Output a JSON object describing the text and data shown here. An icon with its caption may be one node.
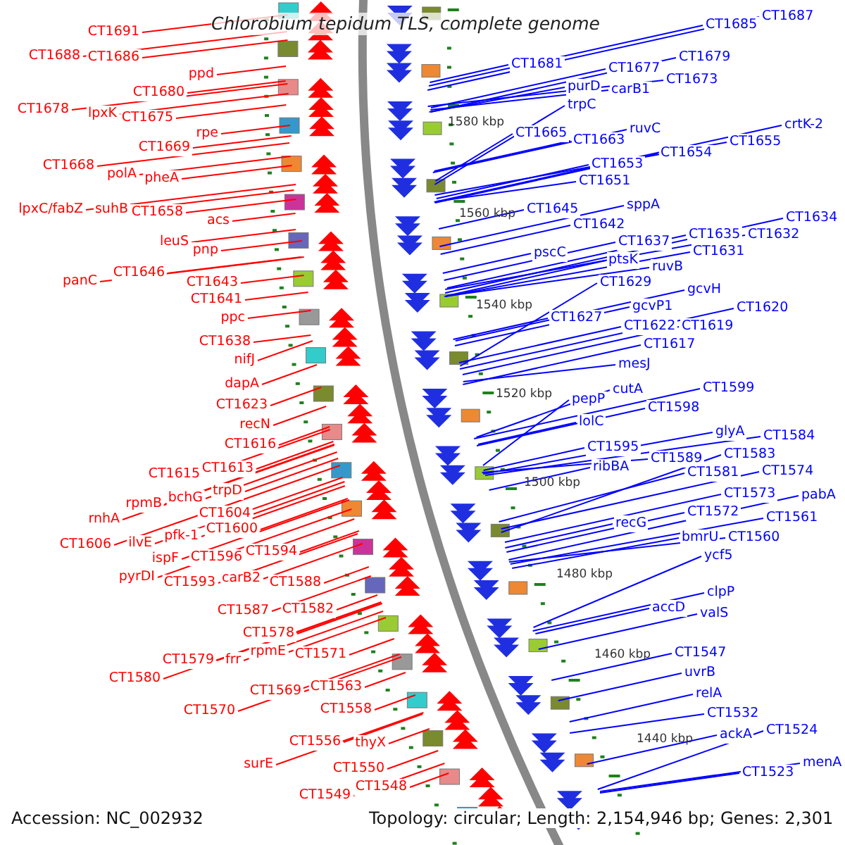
{
  "diagram": {
    "title": "Chlorobium tepidum TLS, complete genome",
    "nodes": [
      {
        "text": [
          "CT1691"
        ]
      },
      {
        "text": [
          "CT1688"
        ]
      },
      {
        "text": [
          "CT1686"
        ]
      },
      {
        "text": [
          "ppd"
        ]
      },
      {
        "text": [
          "CT1680"
        ]
      },
      {
        "text": [
          "CT1678"
        ]
      },
      {
        "text": [
          "lpxK"
        ]
      },
      {
        "text": [
          "CT1675"
        ]
      },
      {
        "text": [
          "rpe"
        ]
      },
      {
        "text": [
          "CT1669"
        ]
      },
      {
        "text": [
          "CT1668"
        ]
      },
      {
        "text": [
          "polA"
        ]
      },
      {
        "text": [
          "pheA"
        ]
      },
      {
        "text": [
          "lpxC/fabZ"
        ]
      },
      {
        "text": [
          "suhB"
        ]
      },
      {
        "text": [
          "CT1658"
        ]
      },
      {
        "text": [
          "acs"
        ]
      },
      {
        "text": [
          "leuS"
        ]
      },
      {
        "text": [
          "pnp"
        ]
      },
      {
        "text": [
          "CT1646"
        ]
      },
      {
        "text": [
          "panC"
        ]
      },
      {
        "text": [
          "CT1643"
        ]
      },
      {
        "text": [
          "CT1641"
        ]
      },
      {
        "text": [
          "ppc"
        ]
      },
      {
        "text": [
          "CT1638"
        ]
      },
      {
        "text": [
          "nifJ"
        ]
      },
      {
        "text": [
          "dapA"
        ]
      },
      {
        "text": [
          "CT1623"
        ]
      },
      {
        "text": [
          "recN"
        ]
      },
      {
        "text": [
          "CT1616"
        ]
      },
      {
        "text": [
          "CT1615"
        ]
      },
      {
        "text": [
          "CT1613"
        ]
      },
      {
        "text": [
          "rpmB"
        ]
      },
      {
        "text": [
          "bchG"
        ]
      },
      {
        "text": [
          "trpD"
        ]
      },
      {
        "text": [
          "rnhA"
        ]
      },
      {
        "text": [
          "CT1604"
        ]
      },
      {
        "text": [
          "pfk-1"
        ]
      },
      {
        "text": [
          "CT1600"
        ]
      },
      {
        "text": [
          "CT1606"
        ]
      },
      {
        "text": [
          "ilvE"
        ]
      },
      {
        "text": [
          "ispF"
        ]
      },
      {
        "text": [
          "CT1596"
        ]
      },
      {
        "text": [
          "CT1594"
        ]
      },
      {
        "text": [
          "pyrDI"
        ]
      },
      {
        "text": [
          "CT1593"
        ]
      },
      {
        "text": [
          "carB2"
        ]
      },
      {
        "text": [
          "CT1588"
        ]
      },
      {
        "text": [
          "CT1587"
        ]
      },
      {
        "text": [
          "CT1582"
        ]
      },
      {
        "text": [
          "CT1578"
        ]
      },
      {
        "text": [
          "CT1579"
        ]
      },
      {
        "text": [
          "frr"
        ]
      },
      {
        "text": [
          "rpmE"
        ]
      },
      {
        "text": [
          "CT1571"
        ]
      },
      {
        "text": [
          "CT1580"
        ]
      },
      {
        "text": [
          "CT1569"
        ]
      },
      {
        "text": [
          "CT1563"
        ]
      },
      {
        "text": [
          "CT1570"
        ]
      },
      {
        "text": [
          "CT1558"
        ]
      },
      {
        "text": [
          "CT1556"
        ]
      },
      {
        "text": [
          "thyX"
        ]
      },
      {
        "text": [
          "surE"
        ]
      },
      {
        "text": [
          "CT1550"
        ]
      },
      {
        "text": [
          "CT1549"
        ]
      },
      {
        "text": [
          "CT1548"
        ]
      },
      {
        "text": [
          "CT1685"
        ]
      },
      {
        "text": [
          "CT1687"
        ]
      },
      {
        "text": [
          "CT1681"
        ]
      },
      {
        "text": [
          "CT1677"
        ]
      },
      {
        "text": [
          "CT1679"
        ]
      },
      {
        "text": [
          "purD"
        ]
      },
      {
        "text": [
          "carB1"
        ]
      },
      {
        "text": [
          "CT1673"
        ]
      },
      {
        "text": [
          "trpC"
        ]
      },
      {
        "text": [
          "CT1665"
        ]
      },
      {
        "text": [
          "CT1663"
        ]
      },
      {
        "text": [
          "ruvC"
        ]
      },
      {
        "text": [
          "crtK-2"
        ]
      },
      {
        "text": [
          "CT1655"
        ]
      },
      {
        "text": [
          "CT1654"
        ]
      },
      {
        "text": [
          "CT1653"
        ]
      },
      {
        "text": [
          "CT1651"
        ]
      },
      {
        "text": [
          "CT1645"
        ]
      },
      {
        "text": [
          "sppA"
        ]
      },
      {
        "text": [
          "CT1642"
        ]
      },
      {
        "text": [
          "CT1637"
        ]
      },
      {
        "text": [
          "CT1635"
        ]
      },
      {
        "text": [
          "CT1632"
        ]
      },
      {
        "text": [
          "CT1634"
        ]
      },
      {
        "text": [
          "pscC"
        ]
      },
      {
        "text": [
          "ptsK"
        ]
      },
      {
        "text": [
          "ruvB"
        ]
      },
      {
        "text": [
          "CT1631"
        ]
      },
      {
        "text": [
          "CT1629"
        ]
      },
      {
        "text": [
          "gcvH"
        ]
      },
      {
        "text": [
          "CT1627"
        ]
      },
      {
        "text": [
          "gcvP1"
        ]
      },
      {
        "text": [
          "CT1620"
        ]
      },
      {
        "text": [
          "CT1622"
        ]
      },
      {
        "text": [
          "CT1619"
        ]
      },
      {
        "text": [
          "CT1617"
        ]
      },
      {
        "text": [
          "mesJ"
        ]
      },
      {
        "text": [
          "cutA"
        ]
      },
      {
        "text": [
          "pepP"
        ]
      },
      {
        "text": [
          "CT1599"
        ]
      },
      {
        "text": [
          "CT1598"
        ]
      },
      {
        "text": [
          "lolC"
        ]
      },
      {
        "text": [
          "glyA"
        ]
      },
      {
        "text": [
          "CT1595"
        ]
      },
      {
        "text": [
          "CT1589"
        ]
      },
      {
        "text": [
          "CT1584"
        ]
      },
      {
        "text": [
          "ribBA"
        ]
      },
      {
        "text": [
          "CT1583"
        ]
      },
      {
        "text": [
          "CT1581"
        ]
      },
      {
        "text": [
          "CT1574"
        ]
      },
      {
        "text": [
          "CT1573"
        ]
      },
      {
        "text": [
          "pabA"
        ]
      },
      {
        "text": [
          "recG"
        ]
      },
      {
        "text": [
          "CT1572"
        ]
      },
      {
        "text": [
          "CT1561"
        ]
      },
      {
        "text": [
          "bmrU"
        ]
      },
      {
        "text": [
          "CT1560"
        ]
      },
      {
        "text": [
          "ycf5"
        ]
      },
      {
        "text": [
          "clpP"
        ]
      },
      {
        "text": [
          "accD"
        ]
      },
      {
        "text": [
          "valS"
        ]
      },
      {
        "text": [
          "CT1547"
        ]
      },
      {
        "text": [
          "uvrB"
        ]
      },
      {
        "text": [
          "relA"
        ]
      },
      {
        "text": [
          "CT1532"
        ]
      },
      {
        "text": [
          "ackA"
        ]
      },
      {
        "text": [
          "CT1524"
        ]
      },
      {
        "text": [
          "CT1523"
        ]
      },
      {
        "text": [
          "menA"
        ]
      }
    ],
    "edges": [
      {
        "from": 0,
        "to": null,
        "arrow": "none",
        "color": "#ff0000"
      },
      {
        "from": 1,
        "to": null,
        "arrow": "none",
        "color": "#ff0000"
      },
      {
        "from": 2,
        "to": null,
        "arrow": "none",
        "color": "#ff0000"
      },
      {
        "from": 3,
        "to": null,
        "arrow": "none",
        "color": "#ff0000"
      },
      {
        "from": 4,
        "to": null,
        "arrow": "none",
        "color": "#ff0000"
      },
      {
        "from": 5,
        "to": null,
        "arrow": "none",
        "color": "#ff0000"
      },
      {
        "from": 6,
        "to": null,
        "arrow": "none",
        "color": "#ff0000"
      },
      {
        "from": 7,
        "to": null,
        "arrow": "none",
        "color": "#ff0000"
      },
      {
        "from": 8,
        "to": null,
        "arrow": "none",
        "color": "#ff0000"
      },
      {
        "from": 9,
        "to": null,
        "arrow": "none",
        "color": "#ff0000"
      },
      {
        "from": 10,
        "to": null,
        "arrow": "none",
        "color": "#ff0000"
      },
      {
        "from": 11,
        "to": null,
        "arrow": "none",
        "color": "#ff0000"
      },
      {
        "from": 12,
        "to": null,
        "arrow": "none",
        "color": "#ff0000"
      },
      {
        "from": 13,
        "to": null,
        "arrow": "none",
        "color": "#ff0000"
      },
      {
        "from": 14,
        "to": null,
        "arrow": "none",
        "color": "#ff0000"
      },
      {
        "from": 15,
        "to": null,
        "arrow": "none",
        "color": "#ff0000"
      },
      {
        "from": 16,
        "to": null,
        "arrow": "none",
        "color": "#ff0000"
      },
      {
        "from": 17,
        "to": null,
        "arrow": "none",
        "color": "#ff0000"
      },
      {
        "from": 18,
        "to": null,
        "arrow": "none",
        "color": "#ff0000"
      },
      {
        "from": 19,
        "to": null,
        "arrow": "none",
        "color": "#ff0000"
      },
      {
        "from": 20,
        "to": null,
        "arrow": "none",
        "color": "#ff0000"
      },
      {
        "from": 21,
        "to": null,
        "arrow": "none",
        "color": "#ff0000"
      },
      {
        "from": 22,
        "to": null,
        "arrow": "none",
        "color": "#ff0000"
      },
      {
        "from": 23,
        "to": null,
        "arrow": "none",
        "color": "#ff0000"
      },
      {
        "from": 24,
        "to": null,
        "arrow": "none",
        "color": "#ff0000"
      },
      {
        "from": 25,
        "to": null,
        "arrow": "none",
        "color": "#ff0000"
      },
      {
        "from": 26,
        "to": null,
        "arrow": "none",
        "color": "#ff0000"
      },
      {
        "from": 27,
        "to": null,
        "arrow": "none",
        "color": "#ff0000"
      },
      {
        "from": 28,
        "to": null,
        "arrow": "none",
        "color": "#ff0000"
      },
      {
        "from": 29,
        "to": null,
        "arrow": "none",
        "color": "#ff0000"
      },
      {
        "from": 30,
        "to": null,
        "arrow": "none",
        "color": "#ff0000"
      },
      {
        "from": 31,
        "to": null,
        "arrow": "none",
        "color": "#ff0000"
      },
      {
        "from": 32,
        "to": null,
        "arrow": "none",
        "color": "#ff0000"
      },
      {
        "from": 33,
        "to": null,
        "arrow": "none",
        "color": "#ff0000"
      },
      {
        "from": 34,
        "to": null,
        "arrow": "none",
        "color": "#ff0000"
      },
      {
        "from": 35,
        "to": null,
        "arrow": "none",
        "color": "#ff0000"
      },
      {
        "from": 36,
        "to": null,
        "arrow": "none",
        "color": "#ff0000"
      },
      {
        "from": 37,
        "to": null,
        "arrow": "none",
        "color": "#ff0000"
      },
      {
        "from": 38,
        "to": null,
        "arrow": "none",
        "color": "#ff0000"
      },
      {
        "from": 39,
        "to": null,
        "arrow": "none",
        "color": "#ff0000"
      },
      {
        "from": 40,
        "to": null,
        "arrow": "none",
        "color": "#ff0000"
      },
      {
        "from": 41,
        "to": null,
        "arrow": "none",
        "color": "#ff0000"
      },
      {
        "from": 42,
        "to": null,
        "arrow": "none",
        "color": "#ff0000"
      },
      {
        "from": 43,
        "to": null,
        "arrow": "none",
        "color": "#ff0000"
      },
      {
        "from": 44,
        "to": null,
        "arrow": "none",
        "color": "#ff0000"
      },
      {
        "from": 45,
        "to": null,
        "arrow": "none",
        "color": "#ff0000"
      },
      {
        "from": 46,
        "to": null,
        "arrow": "none",
        "color": "#ff0000"
      },
      {
        "from": 47,
        "to": null,
        "arrow": "none",
        "color": "#ff0000"
      },
      {
        "from": 48,
        "to": null,
        "arrow": "none",
        "color": "#ff0000"
      },
      {
        "from": 49,
        "to": null,
        "arrow": "none",
        "color": "#ff0000"
      },
      {
        "from": 50,
        "to": null,
        "arrow": "none",
        "color": "#ff0000"
      },
      {
        "from": 51,
        "to": null,
        "arrow": "none",
        "color": "#ff0000"
      },
      {
        "from": 52,
        "to": null,
        "arrow": "none",
        "color": "#ff0000"
      },
      {
        "from": 53,
        "to": null,
        "arrow": "none",
        "color": "#ff0000"
      },
      {
        "from": 54,
        "to": null,
        "arrow": "none",
        "color": "#ff0000"
      },
      {
        "from": 55,
        "to": null,
        "arrow": "none",
        "color": "#ff0000"
      },
      {
        "from": 56,
        "to": null,
        "arrow": "none",
        "color": "#ff0000"
      },
      {
        "from": 57,
        "to": null,
        "arrow": "none",
        "color": "#ff0000"
      },
      {
        "from": 58,
        "to": null,
        "arrow": "none",
        "color": "#ff0000"
      },
      {
        "from": 59,
        "to": null,
        "arrow": "none",
        "color": "#ff0000"
      },
      {
        "from": 60,
        "to": null,
        "arrow": "none",
        "color": "#ff0000"
      },
      {
        "from": 61,
        "to": null,
        "arrow": "none",
        "color": "#ff0000"
      },
      {
        "from": 62,
        "to": null,
        "arrow": "none",
        "color": "#ff0000"
      },
      {
        "from": 63,
        "to": null,
        "arrow": "none",
        "color": "#ff0000"
      },
      {
        "from": 64,
        "to": null,
        "arrow": "none",
        "color": "#ff0000"
      },
      {
        "from": 65,
        "to": null,
        "arrow": "none",
        "color": "#ff0000"
      },
      {
        "from": 66,
        "to": null,
        "arrow": "none"
      },
      {
        "from": 67,
        "to": null,
        "arrow": "none"
      },
      {
        "from": 68,
        "to": null,
        "arrow": "none"
      },
      {
        "from": 69,
        "to": null,
        "arrow": "none"
      },
      {
        "from": 70,
        "to": null,
        "arrow": "none"
      },
      {
        "from": 71,
        "to": null,
        "arrow": "none"
      },
      {
        "from": 72,
        "to": null,
        "arrow": "none"
      },
      {
        "from": 73,
        "to": null,
        "arrow": "none"
      },
      {
        "from": 74,
        "to": null,
        "arrow": "none"
      },
      {
        "from": 75,
        "to": null,
        "arrow": "none"
      },
      {
        "from": 76,
        "to": null,
        "arrow": "none"
      },
      {
        "from": 77,
        "to": null,
        "arrow": "none"
      },
      {
        "from": 78,
        "to": null,
        "arrow": "none"
      },
      {
        "from": 79,
        "to": null,
        "arrow": "none"
      },
      {
        "from": 80,
        "to": null,
        "arrow": "none"
      },
      {
        "from": 81,
        "to": null,
        "arrow": "none"
      },
      {
        "from": 82,
        "to": null,
        "arrow": "none"
      },
      {
        "from": 83,
        "to": null,
        "arrow": "none"
      },
      {
        "from": 84,
        "to": null,
        "arrow": "none"
      },
      {
        "from": 85,
        "to": null,
        "arrow": "none"
      },
      {
        "from": 86,
        "to": null,
        "arrow": "none"
      },
      {
        "from": 87,
        "to": null,
        "arrow": "none"
      },
      {
        "from": 88,
        "to": null,
        "arrow": "none"
      },
      {
        "from": 89,
        "to": null,
        "arrow": "none"
      },
      {
        "from": 90,
        "to": null,
        "arrow": "none"
      },
      {
        "from": 91,
        "to": null,
        "arrow": "none"
      },
      {
        "from": 92,
        "to": null,
        "arrow": "none"
      },
      {
        "from": 93,
        "to": null,
        "arrow": "none"
      },
      {
        "from": 94,
        "to": null,
        "arrow": "none"
      },
      {
        "from": 95,
        "to": null,
        "arrow": "none"
      },
      {
        "from": 96,
        "to": null,
        "arrow": "none"
      },
      {
        "from": 97,
        "to": null,
        "arrow": "none"
      },
      {
        "from": 98,
        "to": null,
        "arrow": "none"
      },
      {
        "from": 99,
        "to": null,
        "arrow": "none"
      },
      {
        "from": 100,
        "to": null,
        "arrow": "none"
      },
      {
        "from": 101,
        "to": null,
        "arrow": "none"
      },
      {
        "from": 102,
        "to": null,
        "arrow": "none"
      },
      {
        "from": 103,
        "to": null,
        "arrow": "none"
      },
      {
        "from": 104,
        "to": null,
        "arrow": "none"
      },
      {
        "from": 105,
        "to": null,
        "arrow": "none"
      },
      {
        "from": 106,
        "to": null,
        "arrow": "none"
      },
      {
        "from": 107,
        "to": null,
        "arrow": "none"
      },
      {
        "from": 108,
        "to": null,
        "arrow": "none"
      },
      {
        "from": 109,
        "to": null,
        "arrow": "none"
      },
      {
        "from": 110,
        "to": null,
        "arrow": "none"
      },
      {
        "from": 111,
        "to": null,
        "arrow": "none"
      },
      {
        "from": 112,
        "to": null,
        "arrow": "none"
      },
      {
        "from": 113,
        "to": null,
        "arrow": "none"
      },
      {
        "from": 114,
        "to": null,
        "arrow": "none"
      },
      {
        "from": 115,
        "to": null,
        "arrow": "none"
      },
      {
        "from": 116,
        "to": null,
        "arrow": "none"
      },
      {
        "from": 117,
        "to": null,
        "arrow": "none"
      },
      {
        "from": 118,
        "to": null,
        "arrow": "none"
      },
      {
        "from": 119,
        "to": null,
        "arrow": "none"
      },
      {
        "from": 120,
        "to": null,
        "arrow": "none"
      },
      {
        "from": 121,
        "to": null,
        "arrow": "none"
      },
      {
        "from": 122,
        "to": null,
        "arrow": "none"
      },
      {
        "from": 123,
        "to": null,
        "arrow": "none"
      },
      {
        "from": 124,
        "to": null,
        "arrow": "none"
      },
      {
        "from": 125,
        "to": null,
        "arrow": "none"
      },
      {
        "from": 126,
        "to": null,
        "arrow": "none"
      },
      {
        "from": 127,
        "to": null,
        "arrow": "none"
      },
      {
        "from": 128,
        "to": null,
        "arrow": "none"
      },
      {
        "from": 129,
        "to": null,
        "arrow": "none"
      },
      {
        "from": 130,
        "to": null,
        "arrow": "none"
      },
      {
        "from": 131,
        "to": null,
        "arrow": "none"
      },
      {
        "from": 132,
        "to": null,
        "arrow": "none"
      },
      {
        "from": 133,
        "to": null,
        "arrow": "none"
      },
      {
        "from": 134,
        "to": null,
        "arrow": "none"
      }
    ],
    "labels": [
      "1580 kbp",
      "1560 kbp",
      "1540 kbp",
      "1520 kbp",
      "1500 kbp",
      "1480 kbp",
      "1460 kbp",
      "1440 kbp",
      "Accession: NC_002932",
      "Topology: circular; Length: 2,154,946 bp; Genes: 2,301"
    ]
  }
}
